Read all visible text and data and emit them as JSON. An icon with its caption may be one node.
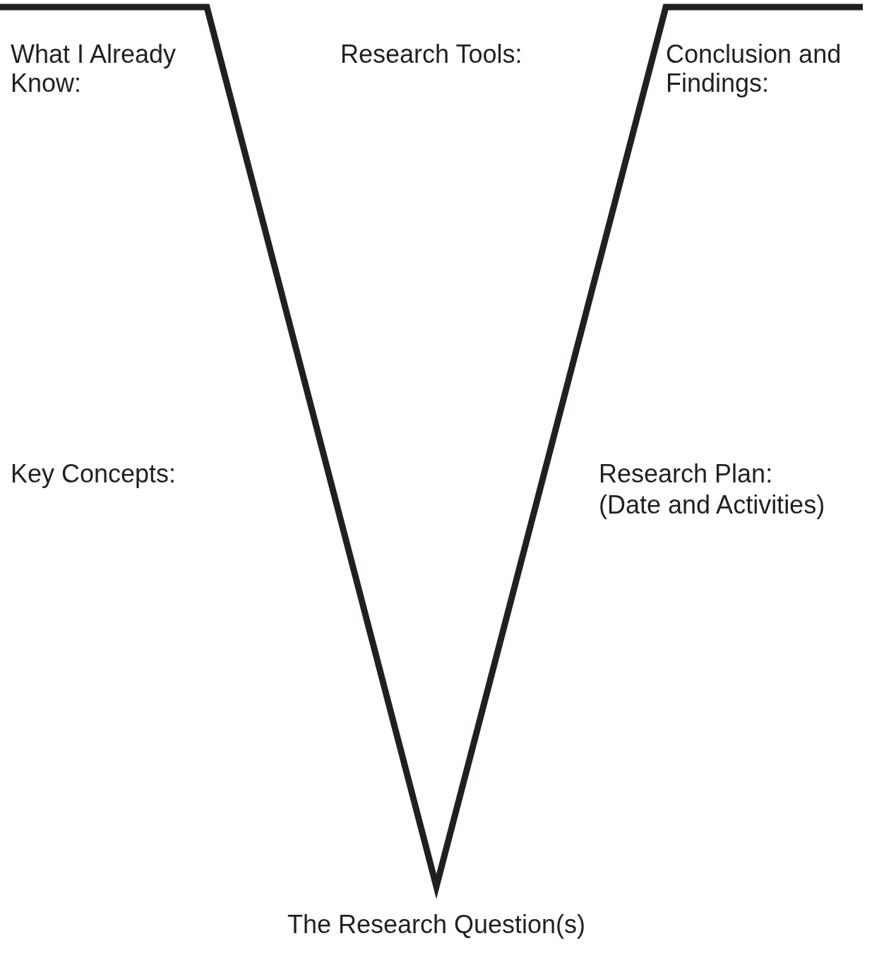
{
  "diagram": {
    "labels": [
      "What I Already Know:",
      "Research Tools:",
      "Conclusion and Findings:",
      "Key Concepts:",
      "Research Plan:",
      "(Date and Activities)",
      "The Research Question(s)"
    ]
  }
}
